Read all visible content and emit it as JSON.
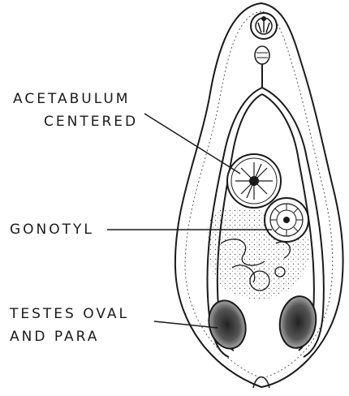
{
  "labels": {
    "acetabulum": {
      "line1": "ACETABULUM",
      "line2": "CENTERED"
    },
    "gonotyl": {
      "text": "GONOTYL"
    },
    "testes": {
      "line1": "TESTES OVAL",
      "line2": "AND PARA"
    }
  },
  "colors": {
    "ink": "#1a1a1a",
    "background": "#ffffff"
  }
}
